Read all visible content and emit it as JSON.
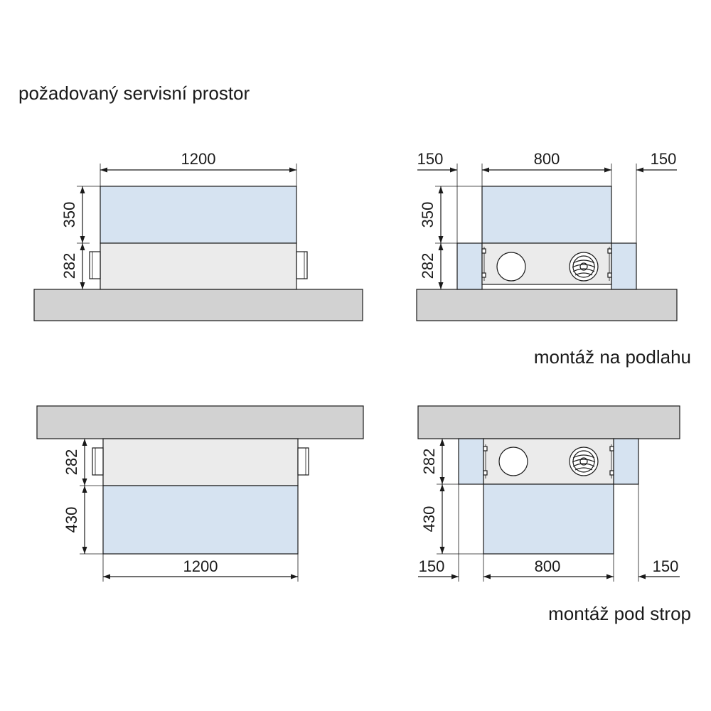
{
  "title": "požadovaný servisní prostor",
  "colors": {
    "service_space": "#d6e3f1",
    "unit_body": "#ebebeb",
    "slab": "#d2d2d2",
    "line": "#1a1a1a"
  },
  "floor": {
    "caption": "montáž na podlahu",
    "side": {
      "width": "1200",
      "service_height": "350",
      "unit_height": "282"
    },
    "front": {
      "left_clearance": "150",
      "width": "800",
      "right_clearance": "150",
      "service_height": "350",
      "unit_height": "282"
    }
  },
  "ceiling": {
    "caption": "montáž pod strop",
    "side": {
      "width": "1200",
      "unit_height": "282",
      "service_height": "430"
    },
    "front": {
      "left_clearance": "150",
      "width": "800",
      "right_clearance": "150",
      "unit_height": "282",
      "service_height": "430"
    }
  }
}
